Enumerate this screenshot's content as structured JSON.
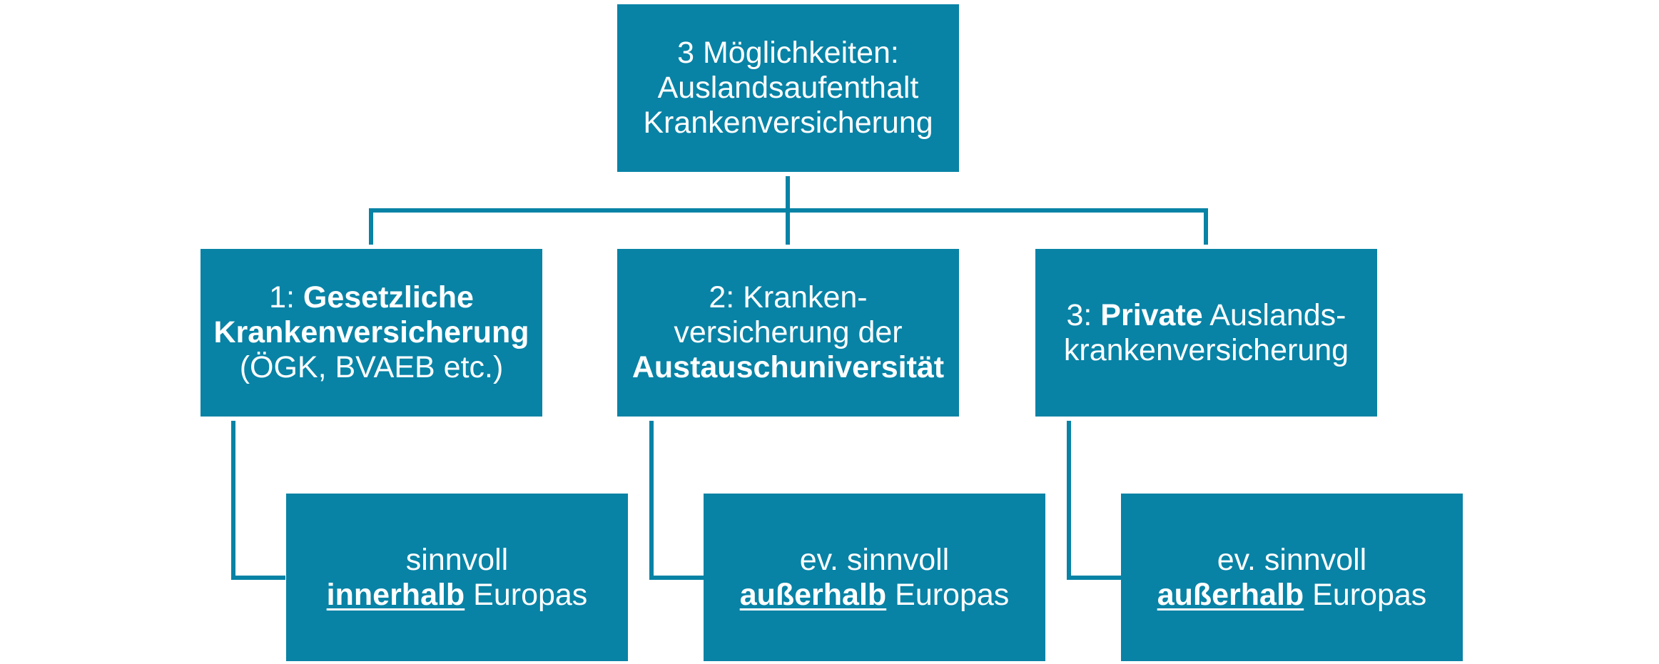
{
  "colors": {
    "box_fill": "#0883a6",
    "connector": "#0883a6",
    "text": "#ffffff"
  },
  "root": {
    "lines": [
      "3 Möglichkeiten:",
      "Auslandsaufenthalt",
      "Krankenversicherung"
    ]
  },
  "options": [
    {
      "prefix": "1: ",
      "bold_a": "Gesetzliche",
      "bold_b": "Krankenversicherung",
      "rest": "(ÖGK, BVAEB etc.)",
      "recommendation": {
        "line1": "sinnvoll",
        "emph": "innerhalb",
        "tail": " Europas"
      }
    },
    {
      "line1": "2: Kranken-",
      "line2": "versicherung der",
      "bold": "Austauschuniversität",
      "recommendation": {
        "line1": "ev. sinnvoll",
        "emph": "außerhalb",
        "tail": " Europas"
      }
    },
    {
      "prefix": "3: ",
      "bold": "Private",
      "rest_a": " Auslands-",
      "rest_b": "krankenversicherung",
      "recommendation": {
        "line1": "ev. sinnvoll",
        "emph": "außerhalb",
        "tail": " Europas"
      }
    }
  ]
}
